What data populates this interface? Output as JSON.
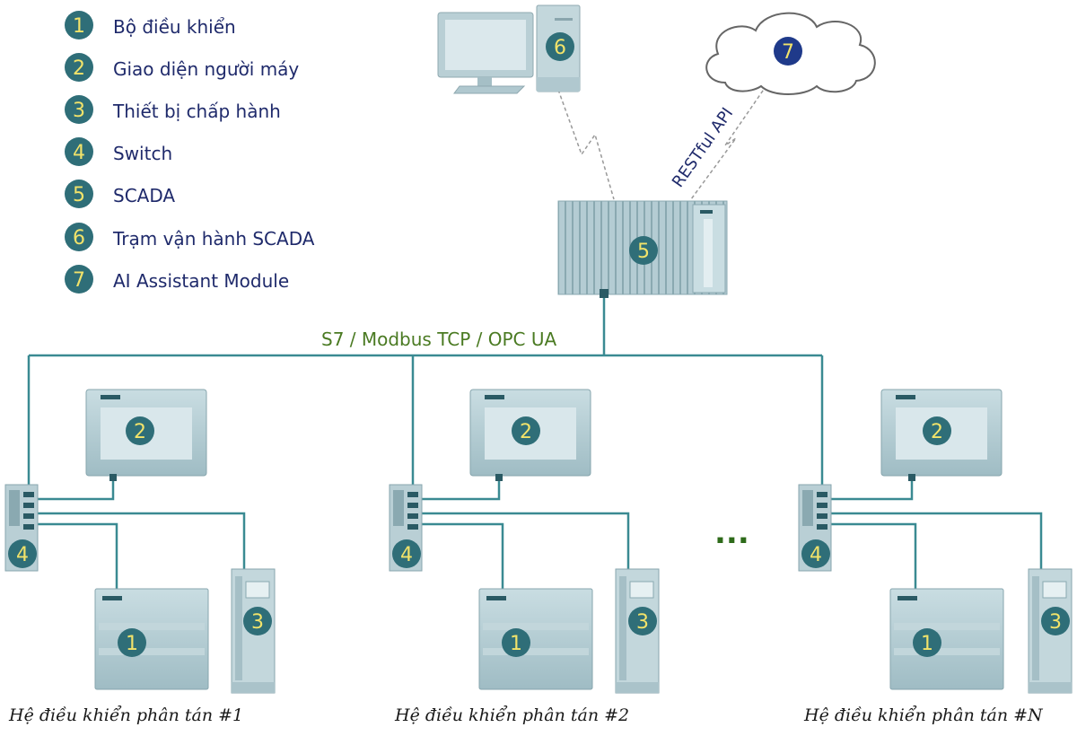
{
  "legend": [
    {
      "num": "1",
      "label": "Bộ điều khiển"
    },
    {
      "num": "2",
      "label": "Giao diện người máy"
    },
    {
      "num": "3",
      "label": "Thiết bị chấp hành"
    },
    {
      "num": "4",
      "label": "Switch"
    },
    {
      "num": "5",
      "label": "SCADA"
    },
    {
      "num": "6",
      "label": "Trạm vận hành SCADA"
    },
    {
      "num": "7",
      "label": "AI Assistant Module"
    }
  ],
  "protocol_label": "S7 / Modbus TCP / OPC UA",
  "api_label": "RESTful API",
  "ellipsis": "...",
  "systems": [
    {
      "caption": "Hệ điều khiển phân tán #1"
    },
    {
      "caption": "Hệ điều khiển phân tán #2"
    },
    {
      "caption": "Hệ điều khiển phân tán #N"
    }
  ],
  "badges": {
    "controller": "1",
    "hmi": "2",
    "actuator": "3",
    "switch": "4",
    "scada": "5",
    "station": "6",
    "ai": "7"
  },
  "colors": {
    "badge": "#2f6e78",
    "badge_text": "#f2e36a",
    "device": "#a9c4cc",
    "network": "#3a8a92",
    "legend_text": "#1f2a6b"
  }
}
